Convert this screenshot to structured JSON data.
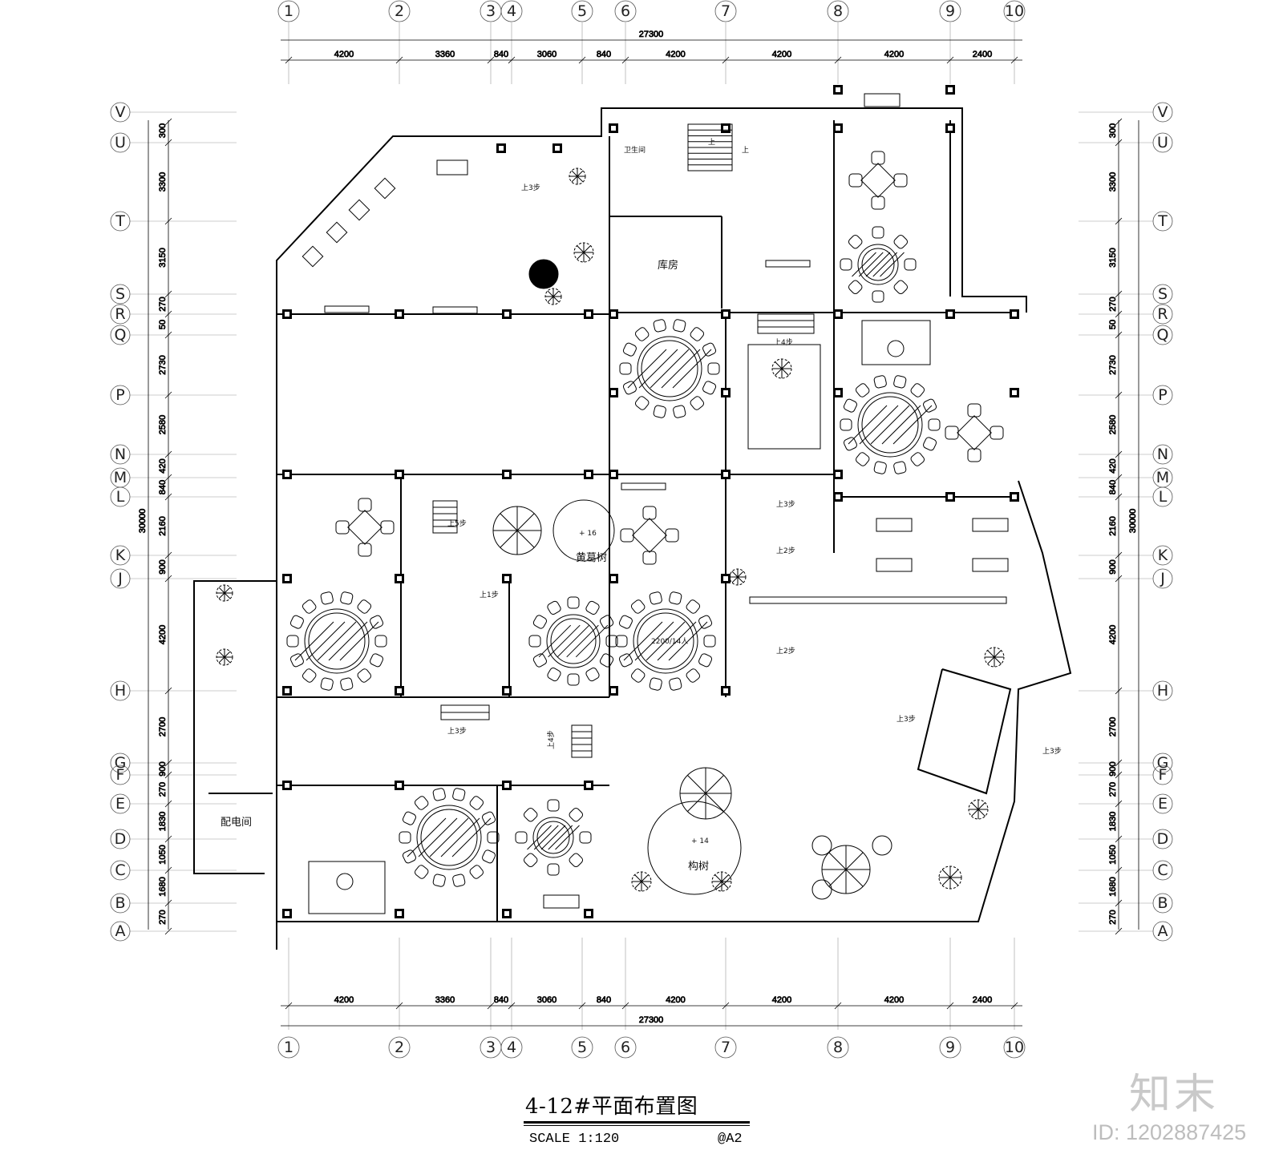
{
  "drawing": {
    "title": "4-12#平面布置图",
    "scale": "SCALE 1:120",
    "paper": "@A2"
  },
  "axes": {
    "columns": [
      "1",
      "2",
      "3",
      "4",
      "5",
      "6",
      "7",
      "8",
      "9",
      "10"
    ],
    "rows": [
      "V",
      "U",
      "T",
      "S",
      "R",
      "Q",
      "P",
      "N",
      "M",
      "L",
      "K",
      "J",
      "H",
      "G",
      "F",
      "E",
      "D",
      "C",
      "B",
      "A"
    ]
  },
  "dimensions": {
    "top_total": "27300",
    "bottom_total": "27300",
    "top_segments": [
      "4200",
      "3360",
      "840",
      "3060",
      "840",
      "4200",
      "4200",
      "4200",
      "2400"
    ],
    "bottom_segments": [
      "4200",
      "3360",
      "840",
      "3060",
      "840",
      "4200",
      "4200",
      "4200",
      "2400"
    ],
    "left_total": "30000",
    "right_total": "30000",
    "side_segments": [
      "300",
      "3300",
      "3150",
      "270",
      "50",
      "2730",
      "2580",
      "420",
      "840",
      "2160",
      "900",
      "4200",
      "2700",
      "900",
      "270",
      "1830",
      "1050",
      "1680",
      "270"
    ]
  },
  "rooms": {
    "storage": "库房",
    "electrical": "配电间",
    "restroom": "卫生间",
    "tree_a": "黄葛树",
    "tree_a_mark": "+ 16",
    "tree_b": "构树",
    "tree_b_mark": "+ 14",
    "table_note": "2200/14人"
  },
  "steps": {
    "s1": "上3步",
    "s2": "上4步",
    "s3": "上5步",
    "s4": "上1步",
    "s5": "上3步",
    "s6": "上2步",
    "s7": "上2步",
    "s8": "上3步",
    "s9": "上4步",
    "s10": "上3步",
    "s11": "上3步",
    "s12": "上",
    "s13": "上"
  },
  "watermark": {
    "brand": "知末",
    "id": "ID: 1202887425"
  }
}
